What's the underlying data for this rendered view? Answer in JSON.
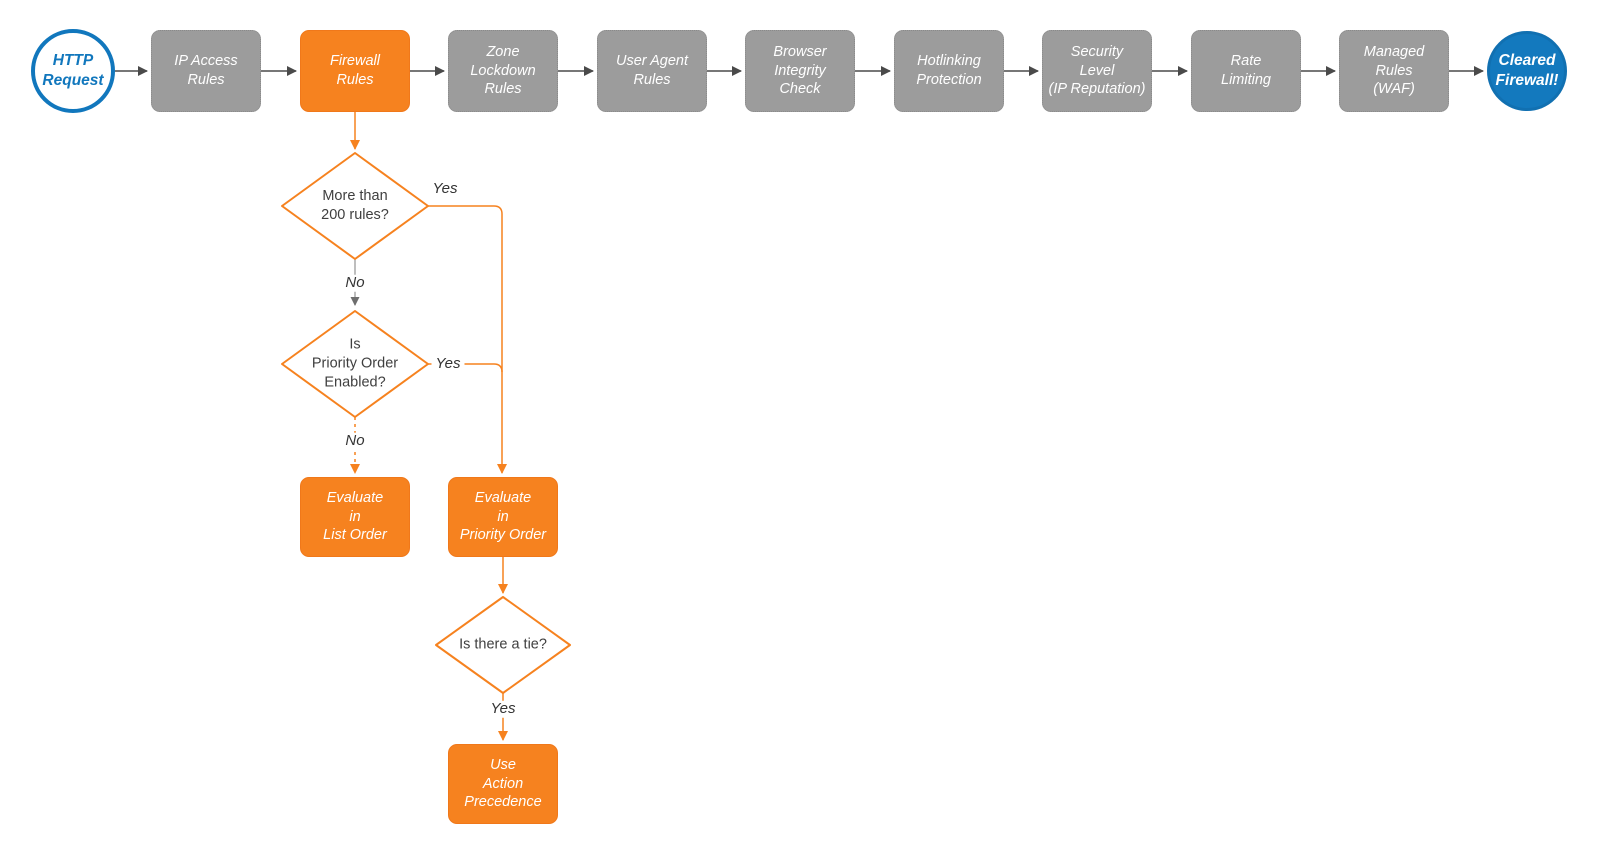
{
  "colors": {
    "accent_orange": "#f6821f",
    "node_gray": "#9c9c9c",
    "accent_blue": "#1379be",
    "arrow_dark": "#4a4a4a",
    "text_white": "#ffffff",
    "text_dark": "#3f3f3f"
  },
  "start": {
    "label": "HTTP\nRequest"
  },
  "end": {
    "label": "Cleared\nFirewall!"
  },
  "pipeline": [
    {
      "label": "IP Access\nRules"
    },
    {
      "label": "Firewall\nRules"
    },
    {
      "label": "Zone\nLockdown\nRules"
    },
    {
      "label": "User Agent\nRules"
    },
    {
      "label": "Browser\nIntegrity\nCheck"
    },
    {
      "label": "Hotlinking\nProtection"
    },
    {
      "label": "Security\nLevel\n(IP Reputation)"
    },
    {
      "label": "Rate\nLimiting"
    },
    {
      "label": "Managed\nRules\n(WAF)"
    }
  ],
  "decisions": {
    "rules_count": {
      "label": "More than\n200 rules?"
    },
    "priority_enabled": {
      "label": "Is\nPriority Order\nEnabled?"
    },
    "tie": {
      "label": "Is there a tie?"
    }
  },
  "actions": {
    "list_order": {
      "label": "Evaluate\nin\nList Order"
    },
    "priority_order": {
      "label": "Evaluate\nin\nPriority Order"
    },
    "action_precedence": {
      "label": "Use\nAction\nPrecedence"
    }
  },
  "edge_labels": {
    "rules_yes": "Yes",
    "rules_no": "No",
    "priority_yes": "Yes",
    "priority_no": "No",
    "tie_yes": "Yes"
  }
}
